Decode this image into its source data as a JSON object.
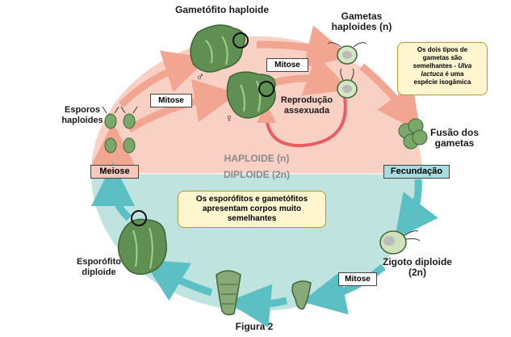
{
  "labels": {
    "gametofito": "Gametófito haploide",
    "gametas": "Gametas\nhaploides (n)",
    "esporos": "Esporos\nhaploides",
    "reproducao": "Reprodução\nassexuada",
    "fusao": "Fusão dos\ngametas",
    "haploide": "HAPLOIDE (n)",
    "diploide": "DIPLOIDE (2n)",
    "zigoto": "Zigoto diploide\n(2n)",
    "esporofito": "Esporófito\ndiploide",
    "figura": "Figura 2",
    "male_symbol": "♂",
    "female_symbol": "♀"
  },
  "boxes": {
    "mitose_top": "Mitose",
    "mitose_left": "Mitose",
    "mitose_bottom": "Mitose",
    "meiose": "Meiose",
    "fecundacao": "Fecundação"
  },
  "callouts": {
    "isogamica_pre": "Os dois tipos de\ngametas são\nsemelhantes  - ",
    "isogamica_species": "Ulva\nlactuca",
    "isogamica_post": " é uma\nespécie isogâmica",
    "corpos": "Os esporófitos e gametófitos\napresentam corpos muito\nsemelhantes"
  },
  "colors": {
    "haploid_bg": "#f8d0c4",
    "diploid_bg": "#bfe4df",
    "haploid_arrow": "#f2a591",
    "diploid_arrow": "#5bbfc4",
    "meiose_box": "#f7c9bd",
    "fecundacao_box": "#a6dde0",
    "callout_bg": "#fff6cf",
    "alga": "#5f8f52"
  }
}
